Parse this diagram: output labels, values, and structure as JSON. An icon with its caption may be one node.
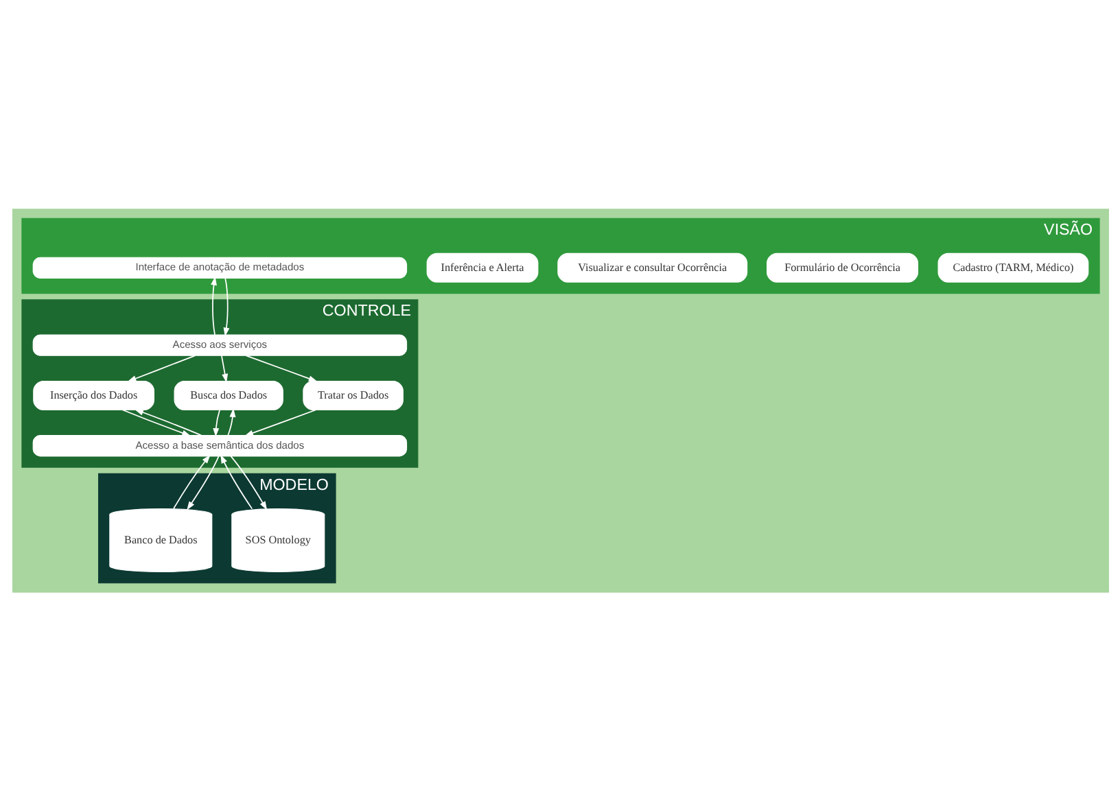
{
  "diagram": {
    "nodes": [
      {
        "text": [
          "VISÃO"
        ]
      },
      {
        "text": [
          "Cadastro (TARM, Médico)"
        ],
        "in": 0
      },
      {
        "text": [
          "Formulário de Ocorrência"
        ],
        "in": 0
      },
      {
        "text": [
          "Visualizar e consultar Ocorrência"
        ],
        "in": 0
      },
      {
        "text": [
          "Inferência e Alerta"
        ],
        "in": 0
      },
      {
        "text": [
          "Interface de anotação de metadados"
        ],
        "in": 0
      },
      {
        "text": [
          "CONTROLE"
        ]
      },
      {
        "text": [
          "Acesso aos serviços"
        ],
        "in": 6
      },
      {
        "text": [
          "Inserção dos Dados"
        ],
        "in": 6
      },
      {
        "text": [
          "Busca dos Dados"
        ],
        "in": 6
      },
      {
        "text": [
          "Tratar os Dados"
        ],
        "in": 6
      },
      {
        "text": [
          "Acesso a base semântica dos dados"
        ],
        "in": 6
      },
      {
        "text": [
          "MODELO"
        ]
      },
      {
        "text": [
          "SOS Ontology"
        ],
        "in": 12
      },
      {
        "text": [
          "Banco de Dados"
        ],
        "in": 12
      }
    ],
    "edges": [
      {
        "from": 5,
        "to": 7,
        "arrow": "to"
      },
      {
        "from": 7,
        "to": 5,
        "arrow": "to"
      },
      {
        "from": 7,
        "to": 8,
        "arrow": "to"
      },
      {
        "from": 7,
        "to": 9,
        "arrow": "to"
      },
      {
        "from": 7,
        "to": 10,
        "arrow": "to"
      },
      {
        "from": 8,
        "to": 11,
        "arrow": "to"
      },
      {
        "from": 11,
        "to": 8,
        "arrow": "to"
      },
      {
        "from": 9,
        "to": 11,
        "arrow": "to"
      },
      {
        "from": 11,
        "to": 9,
        "arrow": "to"
      },
      {
        "from": 10,
        "to": 11,
        "arrow": "to"
      },
      {
        "from": 11,
        "to": 13,
        "arrow": "to"
      },
      {
        "from": 13,
        "to": 11,
        "arrow": "to"
      },
      {
        "from": 11,
        "to": 14,
        "arrow": "to"
      },
      {
        "from": 14,
        "to": 11,
        "arrow": "to"
      }
    ]
  }
}
